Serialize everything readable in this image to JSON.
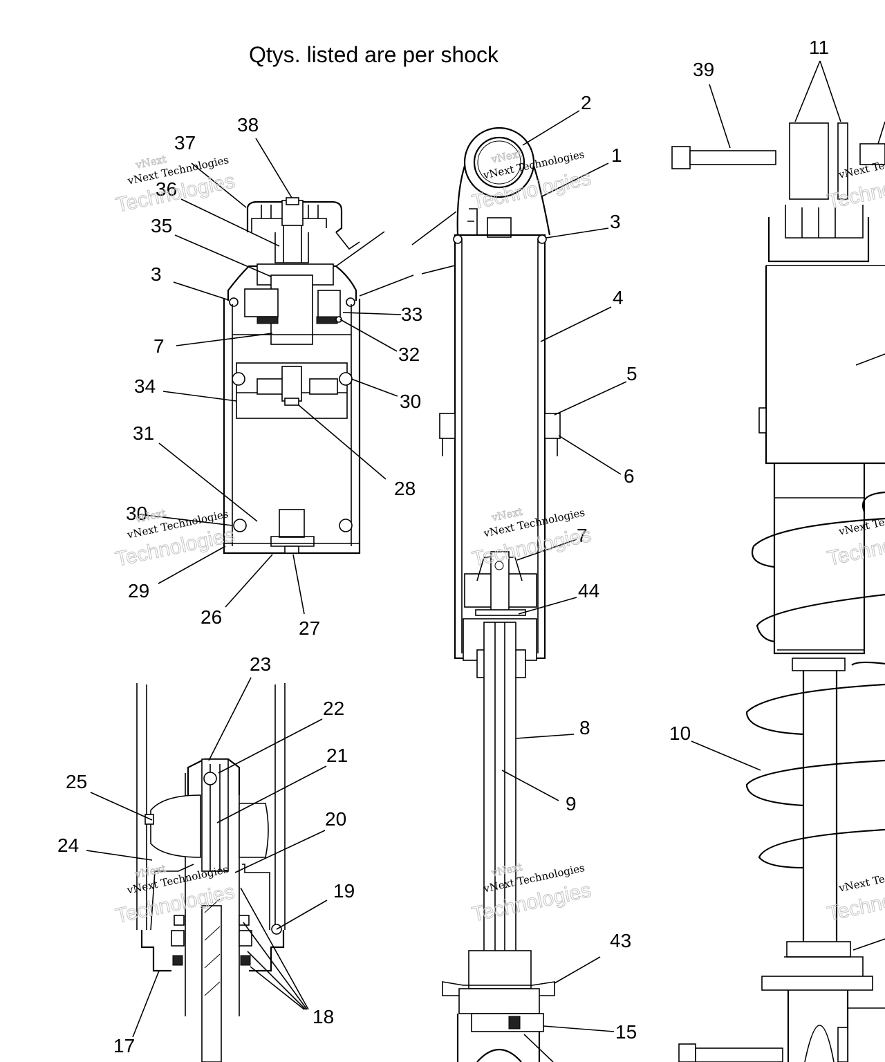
{
  "title": "Qtys. listed are per shock",
  "watermark": {
    "line1": "vNext",
    "line2": "vNext Technologies",
    "line3": "Technologies"
  },
  "callouts": {
    "c1": "1",
    "c2": "2",
    "c3a": "3",
    "c3b": "3",
    "c4": "4",
    "c5": "5",
    "c6": "6",
    "c7a": "7",
    "c7b": "7",
    "c8": "8",
    "c9": "9",
    "c10": "10",
    "c11": "11",
    "c15": "15",
    "c17": "17",
    "c18": "18",
    "c19": "19",
    "c20": "20",
    "c21": "21",
    "c22": "22",
    "c23": "23",
    "c24": "24",
    "c25": "25",
    "c26": "26",
    "c27": "27",
    "c28": "28",
    "c29": "29",
    "c30a": "30",
    "c30b": "30",
    "c31": "31",
    "c32": "32",
    "c33": "33",
    "c34": "34",
    "c35": "35",
    "c36": "36",
    "c37": "37",
    "c38": "38",
    "c39": "39",
    "c43": "43",
    "c44": "44"
  }
}
